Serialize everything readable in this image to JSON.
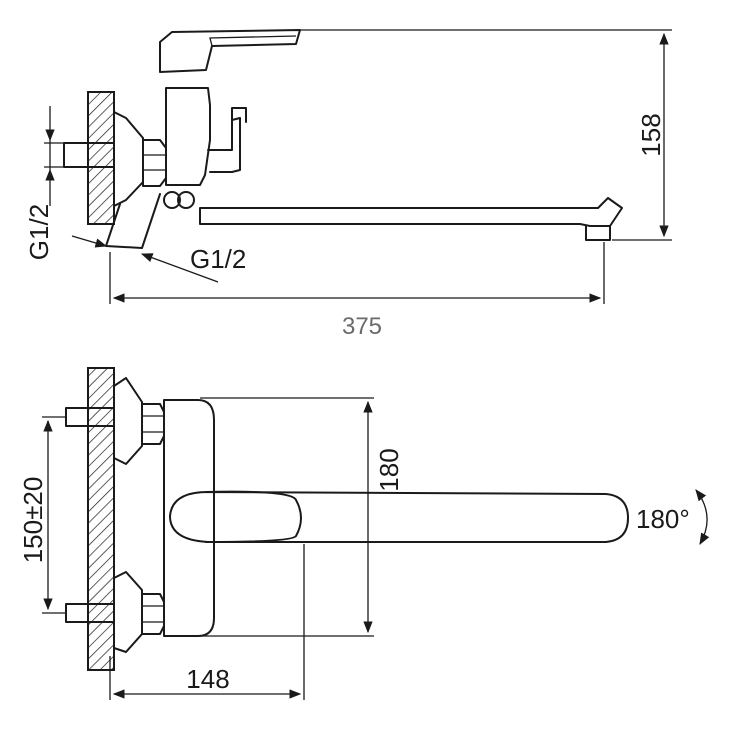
{
  "dimensions": {
    "height": "158",
    "length": "375",
    "thread_inlet": "G1/2",
    "thread_outlet": "G1/2",
    "spout_height": "180",
    "centers": "150±20",
    "depth": "148",
    "rotation": "180°"
  },
  "colors": {
    "line": "#1a1a1a",
    "grey_text": "#6a6a6a",
    "background": "#ffffff"
  }
}
